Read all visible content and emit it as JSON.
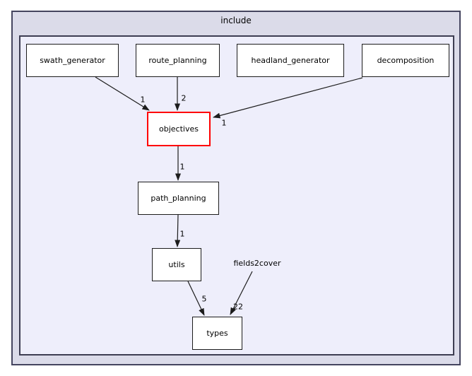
{
  "graph": {
    "cluster_title": "include",
    "nodes": [
      {
        "id": "swath_generator",
        "label": "swath_generator"
      },
      {
        "id": "route_planning",
        "label": "route_planning"
      },
      {
        "id": "headland_generator",
        "label": "headland_generator"
      },
      {
        "id": "decomposition",
        "label": "decomposition"
      },
      {
        "id": "objectives",
        "label": "objectives",
        "highlighted": true
      },
      {
        "id": "path_planning",
        "label": "path_planning"
      },
      {
        "id": "utils",
        "label": "utils"
      },
      {
        "id": "fields2cover",
        "label": "fields2cover",
        "style": "plain"
      },
      {
        "id": "types",
        "label": "types"
      }
    ],
    "edges": [
      {
        "from": "swath_generator",
        "to": "objectives",
        "label": "1"
      },
      {
        "from": "route_planning",
        "to": "objectives",
        "label": "2"
      },
      {
        "from": "decomposition",
        "to": "objectives",
        "label": "1"
      },
      {
        "from": "objectives",
        "to": "path_planning",
        "label": "1"
      },
      {
        "from": "path_planning",
        "to": "utils",
        "label": "1"
      },
      {
        "from": "utils",
        "to": "types",
        "label": "5"
      },
      {
        "from": "fields2cover",
        "to": "types",
        "label": "22"
      }
    ],
    "colors": {
      "outer_cluster_fill": "#dbdbe9",
      "inner_cluster_fill": "#eeeefb",
      "cluster_border": "#45455f",
      "node_fill": "#ffffff",
      "node_border": "#1c1c1c",
      "highlight_border": "#ff0000",
      "edge_color": "#1c1c1c",
      "text_color": "#000000"
    }
  }
}
